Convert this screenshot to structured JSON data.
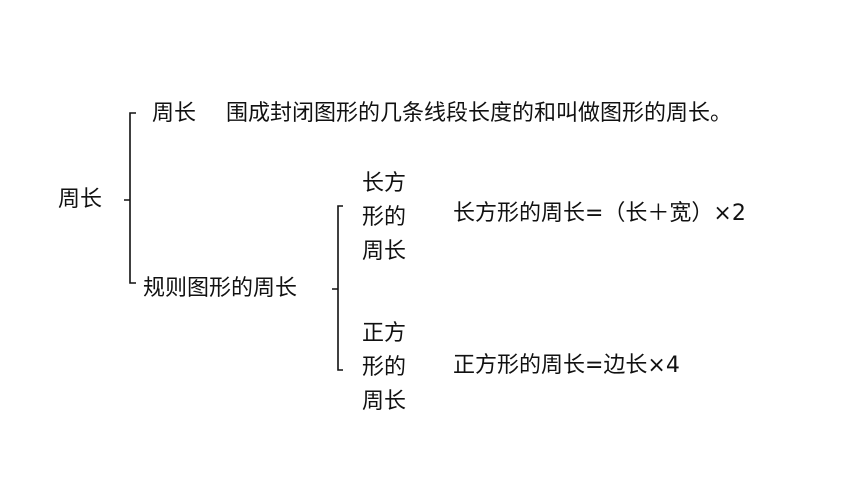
{
  "root": {
    "label": "周长"
  },
  "definition": {
    "term": "周长",
    "text": "围成封闭图形的几条线段长度的和叫做图形的周长。"
  },
  "regular": {
    "label": "规则图形的周长",
    "rectangle": {
      "label_lines": [
        "长方",
        "形的",
        "周长"
      ],
      "formula": "长方形的周长=（长＋宽）×2"
    },
    "square": {
      "label_lines": [
        "正方",
        "形的",
        "周长"
      ],
      "formula": "正方形的周长=边长×4"
    }
  },
  "colors": {
    "text": "#111111",
    "lines": "#111111",
    "background": "#ffffff"
  }
}
